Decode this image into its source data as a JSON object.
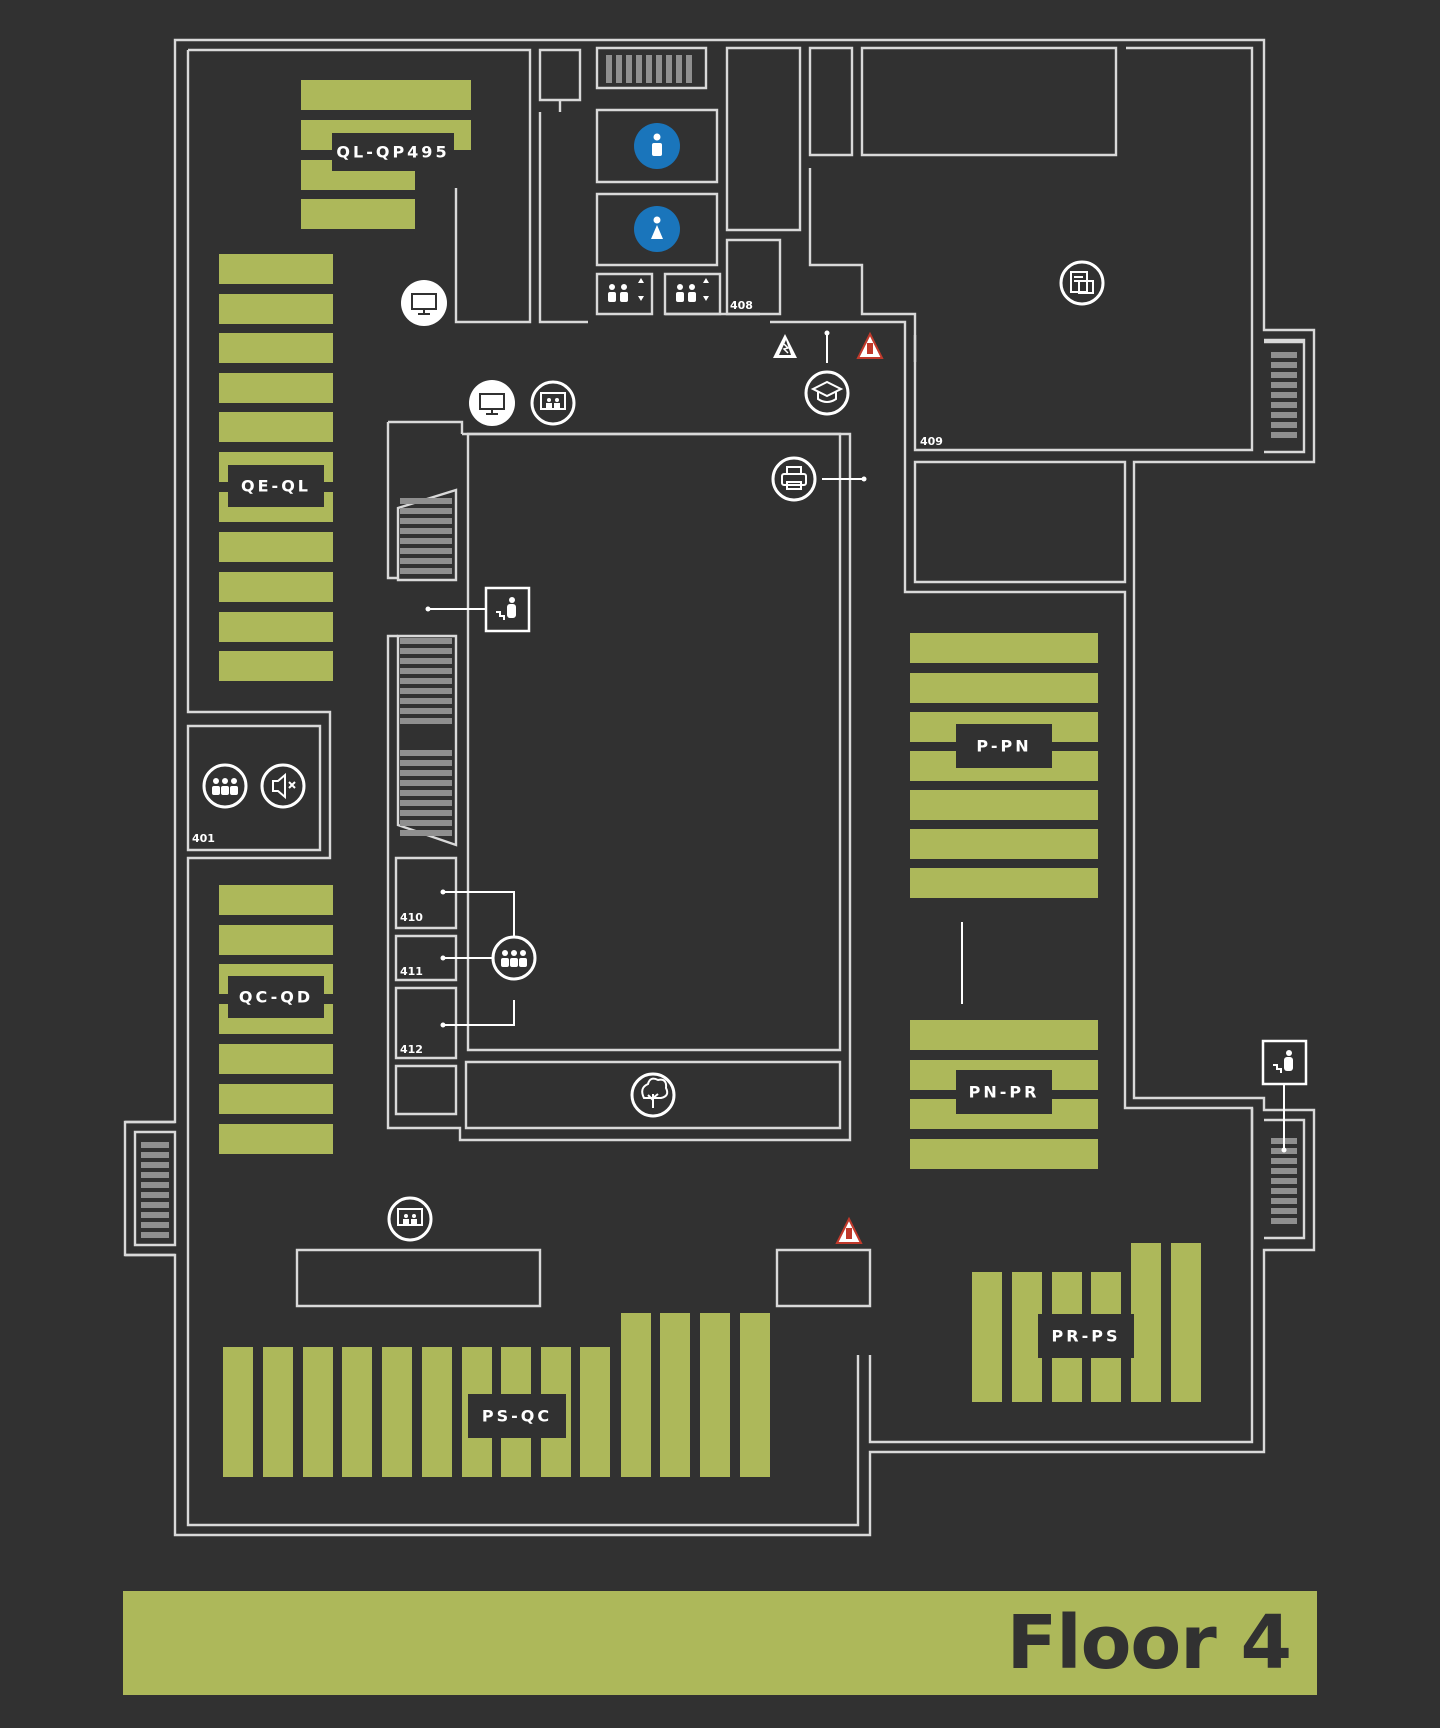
{
  "floor": {
    "title": "Floor 4"
  },
  "sections": {
    "ql_qp495": "QL-QP495",
    "qe_ql": "QE-QL",
    "qc_qd": "QC-QD",
    "ps_qc": "PS-QC",
    "p_pn": "P-PN",
    "pn_pr": "PN-PR",
    "pr_ps": "PR-PS"
  },
  "rooms": {
    "r401": "401",
    "r408": "408",
    "r409": "409",
    "r410": "410",
    "r411": "411",
    "r412": "412"
  },
  "icons": [
    "restroom-male-icon",
    "restroom-female-icon",
    "family-restroom-icon",
    "computer-station-icon",
    "video-conference-icon",
    "group-study-icon",
    "quiet-zone-icon",
    "printer-icon",
    "learning-center-icon",
    "exhibit-icon",
    "electrical-hazard-icon",
    "fire-extinguisher-icon",
    "stairs-icon",
    "garden-courtyard-icon"
  ],
  "colors": {
    "background": "#313131",
    "walls": "#d9d9d9",
    "shelves": "#adb85a",
    "restroom": "#1a75bb",
    "hazard": "#c0392b"
  }
}
